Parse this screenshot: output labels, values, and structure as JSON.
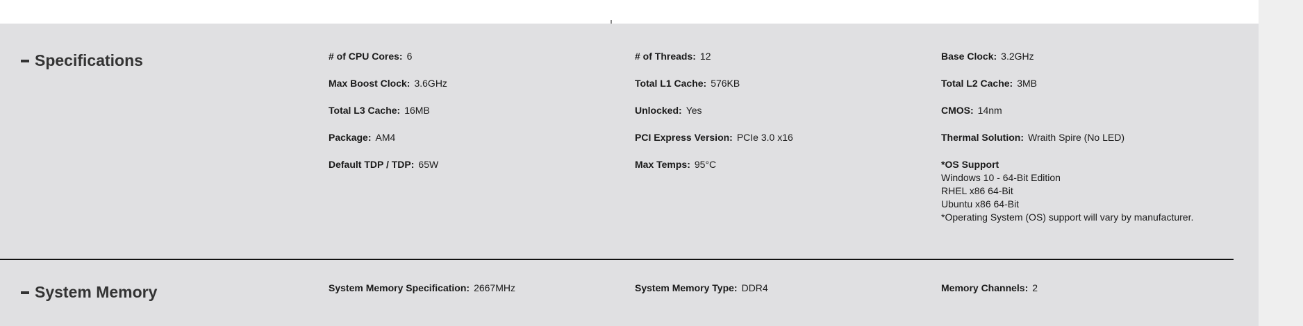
{
  "sections": [
    {
      "title": "Specifications",
      "rows": [
        [
          {
            "label": "# of CPU Cores:",
            "value": "6"
          },
          {
            "label": "# of Threads:",
            "value": "12"
          },
          {
            "label": "Base Clock:",
            "value": "3.2GHz"
          }
        ],
        [
          {
            "label": "Max Boost Clock:",
            "value": "3.6GHz"
          },
          {
            "label": "Total L1 Cache:",
            "value": "576KB"
          },
          {
            "label": "Total L2 Cache:",
            "value": "3MB"
          }
        ],
        [
          {
            "label": "Total L3 Cache:",
            "value": "16MB"
          },
          {
            "label": "Unlocked:",
            "value": "Yes"
          },
          {
            "label": "CMOS:",
            "value": "14nm"
          }
        ],
        [
          {
            "label": "Package:",
            "value": "AM4"
          },
          {
            "label": "PCI Express Version:",
            "value": "PCIe 3.0 x16"
          },
          {
            "label": "Thermal Solution:",
            "value": "Wraith Spire (No LED)"
          }
        ],
        [
          {
            "label": "Default TDP / TDP:",
            "value": "65W"
          },
          {
            "label": "Max Temps:",
            "value": "95°C"
          }
        ]
      ],
      "os_support": {
        "title": "*OS Support",
        "lines": [
          "Windows 10 - 64-Bit Edition",
          "RHEL x86 64-Bit",
          "Ubuntu x86 64-Bit",
          "*Operating System (OS) support will vary by manufacturer."
        ]
      }
    },
    {
      "title": "System Memory",
      "rows": [
        [
          {
            "label": "System Memory Specification:",
            "value": "2667MHz"
          },
          {
            "label": "System Memory Type:",
            "value": "DDR4"
          },
          {
            "label": "Memory Channels:",
            "value": "2"
          }
        ]
      ]
    }
  ]
}
